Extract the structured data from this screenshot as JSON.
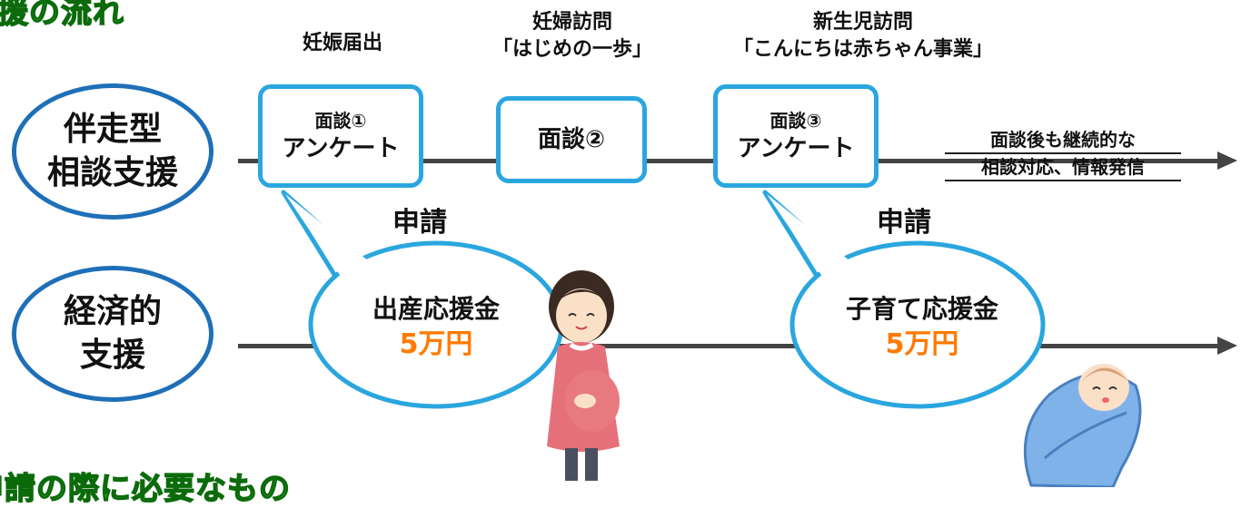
{
  "headings": {
    "top": "支援の流れ",
    "bottom": "申請の際に必要なもの"
  },
  "rows": {
    "consult": "伴走型\n相談支援",
    "economic": "経済的\n支援"
  },
  "steps": [
    {
      "title": "妊娠届出",
      "box_line1": "面談①",
      "box_line2": "アンケート"
    },
    {
      "title_line1": "妊婦訪問",
      "title_line2": "「はじめの一歩」",
      "box_line1": "面談②"
    },
    {
      "title_line1": "新生児訪問",
      "title_line2": "「こんにちは赤ちゃん事業」",
      "box_line1": "面談③",
      "box_line2": "アンケート"
    }
  ],
  "continuation": {
    "line1": "面談後も継続的な",
    "line2": "相談対応、情報発信"
  },
  "apply_label": "申請",
  "bubbles": [
    {
      "title": "出産応援金",
      "amount": "5万円"
    },
    {
      "title": "子育て応援金",
      "amount": "5万円"
    }
  ],
  "colors": {
    "heading": "#2fbf2f",
    "oval_border": "#1f6fb8",
    "box_border": "#2aa6df",
    "bubble_border": "#2aa6df",
    "amount": "#ff7a00",
    "line": "#444444"
  },
  "illustrations": [
    "pregnant-woman",
    "swaddled-baby"
  ]
}
